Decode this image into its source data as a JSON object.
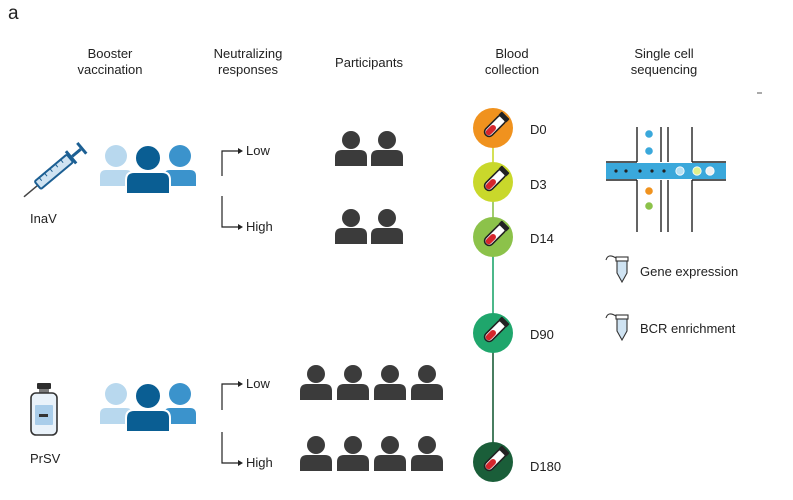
{
  "panel_label": "a",
  "headers": {
    "booster": [
      "Booster",
      "vaccination"
    ],
    "neutralizing": [
      "Neutralizing",
      "responses"
    ],
    "participants": "Participants",
    "blood": [
      "Blood",
      "collection"
    ],
    "sequencing": [
      "Single cell",
      "sequencing"
    ]
  },
  "groups": [
    {
      "name": "InaV",
      "vaccine_icon": "syringe-icon",
      "responses": [
        {
          "label": "Low",
          "participants": 2
        },
        {
          "label": "High",
          "participants": 2
        }
      ]
    },
    {
      "name": "PrSV",
      "vaccine_icon": "vaccine-vial-icon",
      "responses": [
        {
          "label": "Low",
          "participants": 4
        },
        {
          "label": "High",
          "participants": 4
        }
      ]
    }
  ],
  "timepoints": [
    {
      "label": "D0",
      "color": "#f0921e"
    },
    {
      "label": "D3",
      "color": "#c9d82b"
    },
    {
      "label": "D14",
      "color": "#8cc24a"
    },
    {
      "label": "D90",
      "color": "#1fa66c"
    },
    {
      "label": "D180",
      "color": "#1a5e39"
    }
  ],
  "outputs": [
    {
      "label": "Gene expression",
      "icon": "tube-icon"
    },
    {
      "label": "BCR enrichment",
      "icon": "tube-icon"
    }
  ],
  "colors": {
    "people_light": "#b8d8ee",
    "people_mid": "#3b93cc",
    "people_dark": "#0a5e93",
    "participant": "#3b3b3b",
    "syringe": "#1c5f93"
  }
}
